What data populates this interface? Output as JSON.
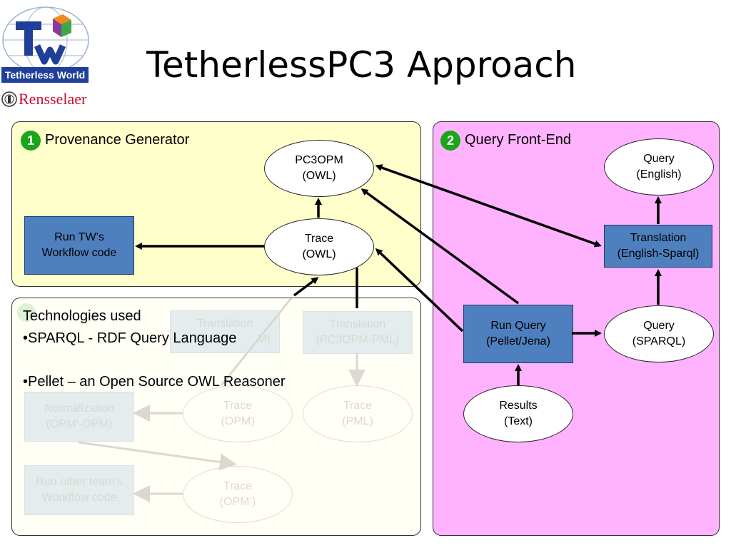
{
  "logo": {
    "initials": "TW",
    "tw_label": "Tetherless World",
    "rpi_label": "Rensselaer",
    "colors": {
      "blue": "#1f3f9a",
      "orange": "#f08a1c",
      "purple": "#8a3c9c",
      "green": "#3ca847",
      "red": "#c8102e"
    }
  },
  "title": "TetherlessPC3 Approach",
  "panels": {
    "provenance": {
      "badge": "1",
      "label": "Provenance Generator",
      "color": "#ffffcc"
    },
    "query": {
      "badge": "2",
      "label": "Query Front-End",
      "color": "#ffb3ff"
    }
  },
  "nodes": {
    "pc3opm": {
      "line1": "PC3OPM",
      "line2": "(OWL)"
    },
    "trace_owl": {
      "line1": "Trace",
      "line2": "(OWL)"
    },
    "run_tw": {
      "line1": "Run TW’s",
      "line2": "Workflow code"
    },
    "query_english": {
      "line1": "Query",
      "line2": "(English)"
    },
    "translation_es": {
      "line1": "Translation",
      "line2": "(English-Sparql)"
    },
    "run_query": {
      "line1": "Run Query",
      "line2": "(Pellet/Jena)"
    },
    "query_sparql": {
      "line1": "Query",
      "line2": "(SPARQL)"
    },
    "results": {
      "line1": "Results",
      "line2": "(Text)"
    }
  },
  "faded_nodes": {
    "translation_a": {
      "line1": "Translation",
      "line2": "M)"
    },
    "translation_b": {
      "line1": "Translation",
      "line2": "(PC3OPM-PML)"
    },
    "normalization": {
      "line1": "Normalization",
      "line2": "(OPM’-OPM)"
    },
    "trace_opm": {
      "line1": "Trace",
      "line2": "(OPM)"
    },
    "trace_pml": {
      "line1": "Trace",
      "line2": "(PML)"
    },
    "run_other": {
      "line1": "Run other team’s",
      "line2": "Workflow code"
    },
    "trace_opm_prime": {
      "line1": "Trace",
      "line2": "(OPM’)"
    }
  },
  "technologies": {
    "heading": "Technologies used",
    "items": [
      "•SPARQL - RDF Query Language",
      "•Pellet – an Open Source OWL Reasoner"
    ]
  }
}
